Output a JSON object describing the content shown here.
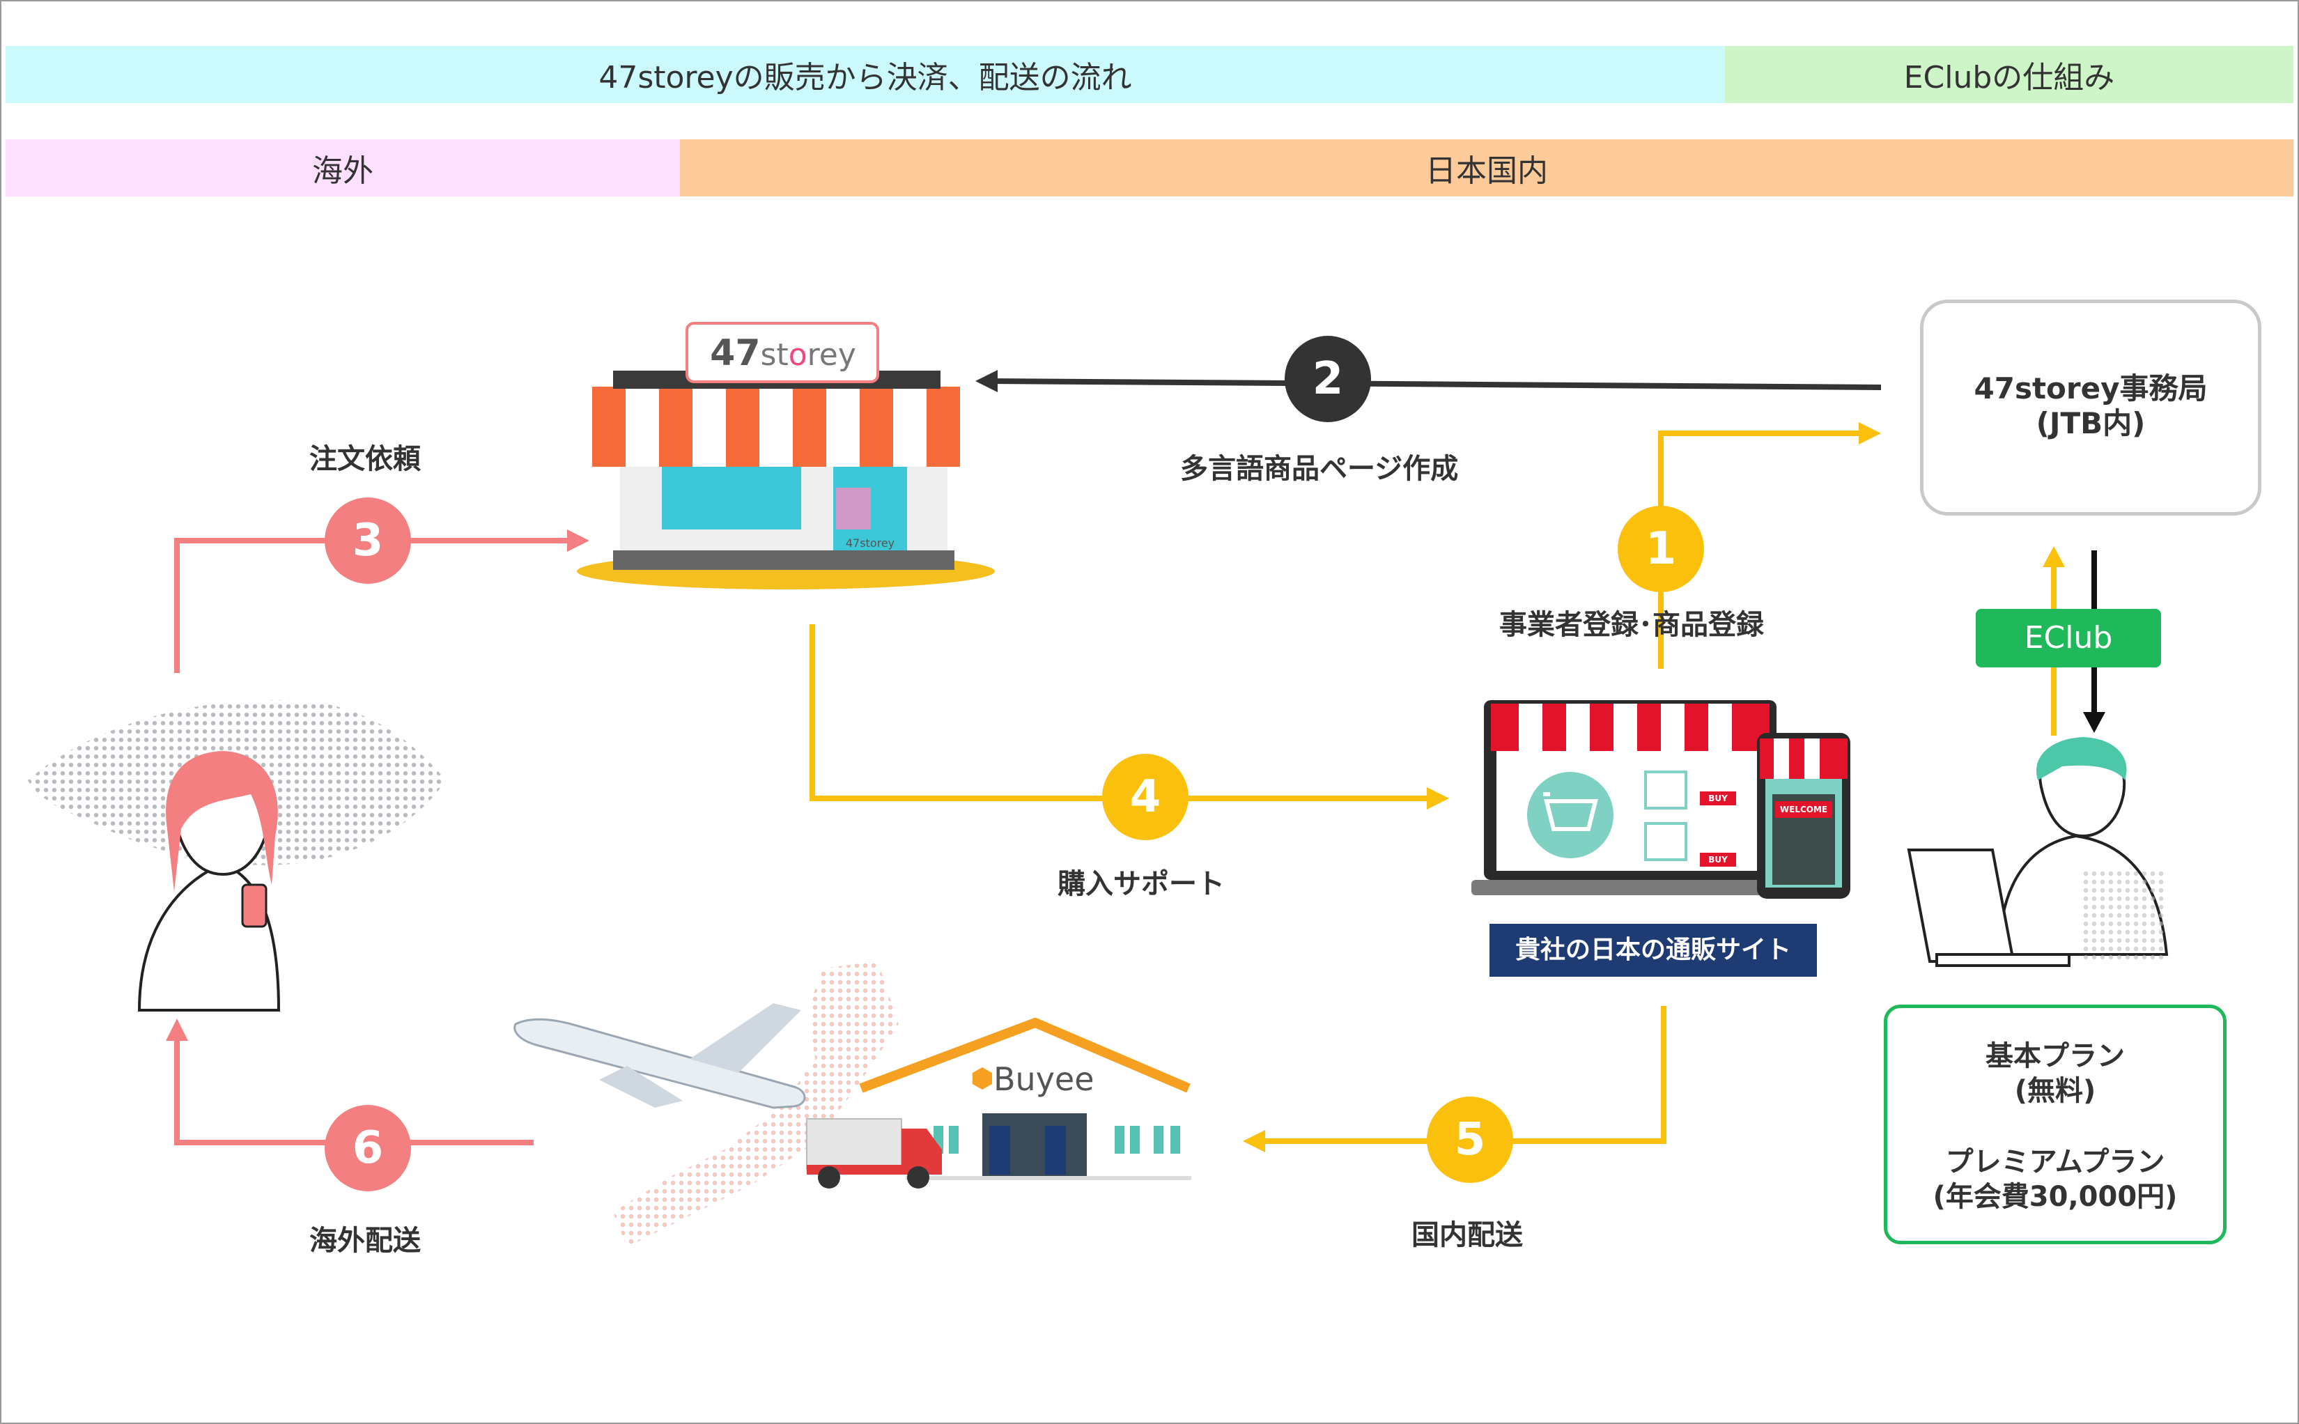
{
  "header": {
    "flow_title": "47storeyの販売から決済、配送の流れ",
    "eclub_title": "EClubの仕組み"
  },
  "regions": {
    "overseas": "海外",
    "domestic": "日本国内"
  },
  "store": {
    "sign_prefix": "47",
    "sign_suffix_1": "st",
    "sign_suffix_2": "o",
    "sign_suffix_3": "rey",
    "door_label": "47storey"
  },
  "office": {
    "line1": "47storey事務局",
    "line2": "(JTB内)"
  },
  "eclub_button": "EClub",
  "ec_site_label": "貴社の日本の通販サイト",
  "shop_signs": {
    "buy1": "BUY",
    "buy2": "BUY",
    "welcome": "WELCOME"
  },
  "buyee_logo": "Buyee",
  "plans": {
    "basic": "基本プラン",
    "basic_price": "(無料)",
    "premium": "プレミアムプラン",
    "premium_price": "(年会費30,000円)"
  },
  "steps": [
    {
      "num": "1",
      "label": "事業者登録･商品登録"
    },
    {
      "num": "2",
      "label": "多言語商品ページ作成"
    },
    {
      "num": "3",
      "label": "注文依頼"
    },
    {
      "num": "4",
      "label": "購入サポート"
    },
    {
      "num": "5",
      "label": "国内配送"
    },
    {
      "num": "6",
      "label": "海外配送"
    }
  ],
  "colors": {
    "yellow": "#FAC00B",
    "dark": "#333333",
    "pink": "#F47F80",
    "green": "#1FB85A",
    "cyan_band": "#CCFAFC",
    "green_band": "#CDF5C8",
    "pink_band": "#FDE0FD",
    "orange_band": "#FDCA9A",
    "navy": "#1F3B73"
  }
}
